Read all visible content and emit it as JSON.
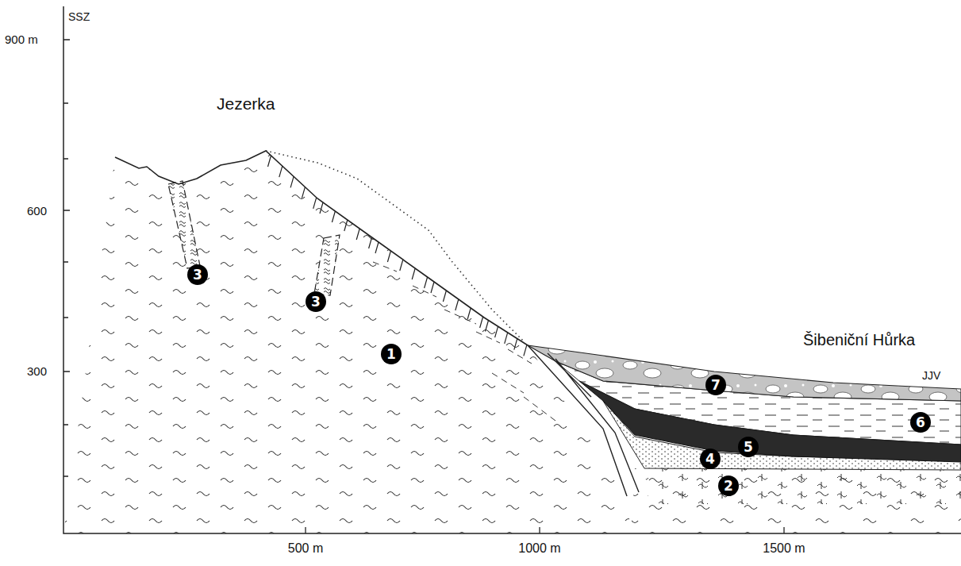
{
  "diagram": {
    "labels": [
      "900 m",
      "SSZ",
      "600",
      "300",
      "Jezerka",
      "Šibeniční Hůrka",
      "JJV",
      "500 m",
      "1000 m",
      "1500 m",
      "1",
      "2",
      "3",
      "3",
      "4",
      "5",
      "6",
      "7"
    ]
  }
}
